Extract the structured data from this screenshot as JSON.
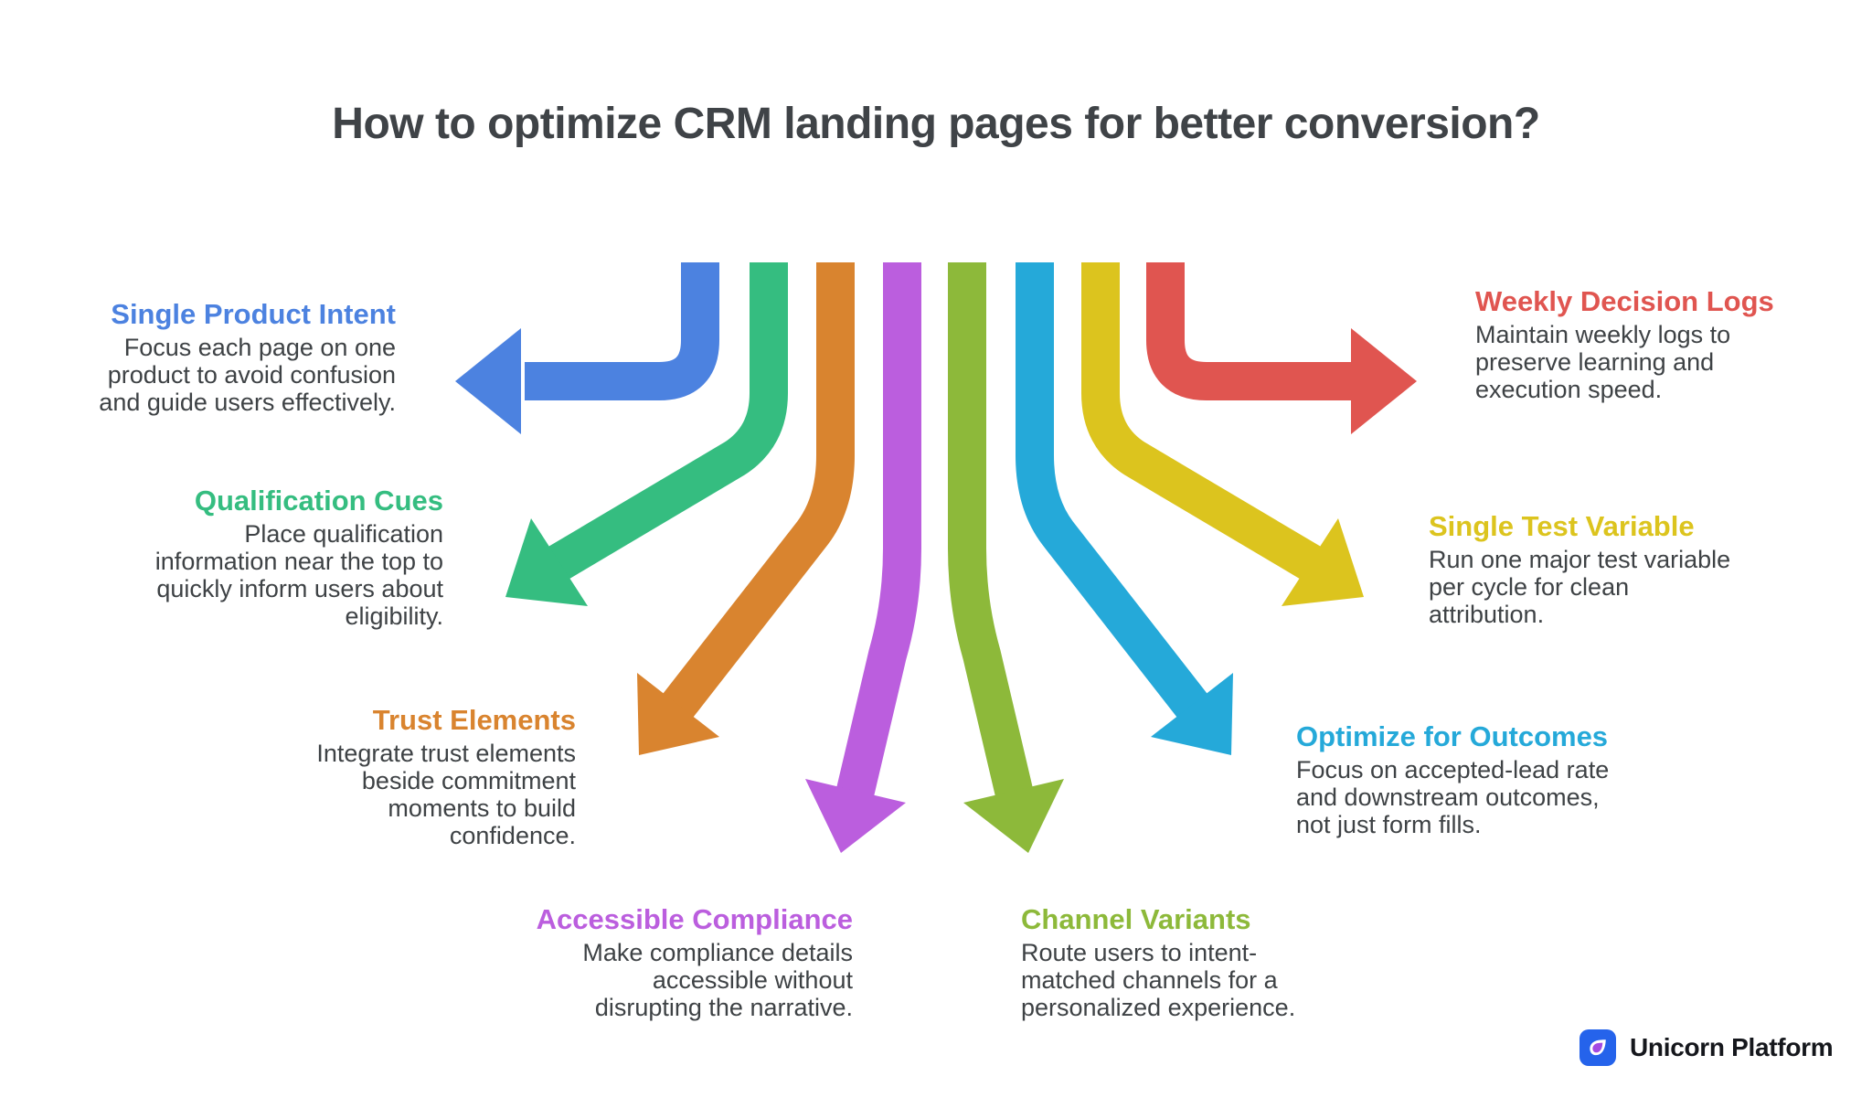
{
  "title": "How to optimize CRM landing pages for better conversion?",
  "items": [
    {
      "heading": "Single Product Intent",
      "body": "Focus each page on one\nproduct to avoid confusion\nand guide users effectively.",
      "color": "#4c82e0"
    },
    {
      "heading": "Qualification Cues",
      "body": "Place qualification\ninformation near the top to\nquickly inform users about\neligibility.",
      "color": "#35bd80"
    },
    {
      "heading": "Trust Elements",
      "body": "Integrate trust elements\nbeside commitment\nmoments to build\nconfidence.",
      "color": "#d9842f"
    },
    {
      "heading": "Accessible Compliance",
      "body": "Make compliance details\naccessible without\ndisrupting the narrative.",
      "color": "#bb5ede"
    },
    {
      "heading": "Channel Variants",
      "body": "Route users to intent-\nmatched channels for a\npersonalized experience.",
      "color": "#8db93a"
    },
    {
      "heading": "Optimize for Outcomes",
      "body": "Focus on accepted-lead rate\nand downstream outcomes,\nnot just form fills.",
      "color": "#25a9d9"
    },
    {
      "heading": "Single Test Variable",
      "body": "Run one major test variable\nper cycle for clean\nattribution.",
      "color": "#dcc41e"
    },
    {
      "heading": "Weekly Decision Logs",
      "body": "Maintain weekly logs to\npreserve learning and\nexecution speed.",
      "color": "#e05550"
    }
  ],
  "footer": {
    "brand": "Unicorn Platform",
    "logo_square_color": "#2563eb",
    "logo_drop_color": "#a24ae3"
  }
}
